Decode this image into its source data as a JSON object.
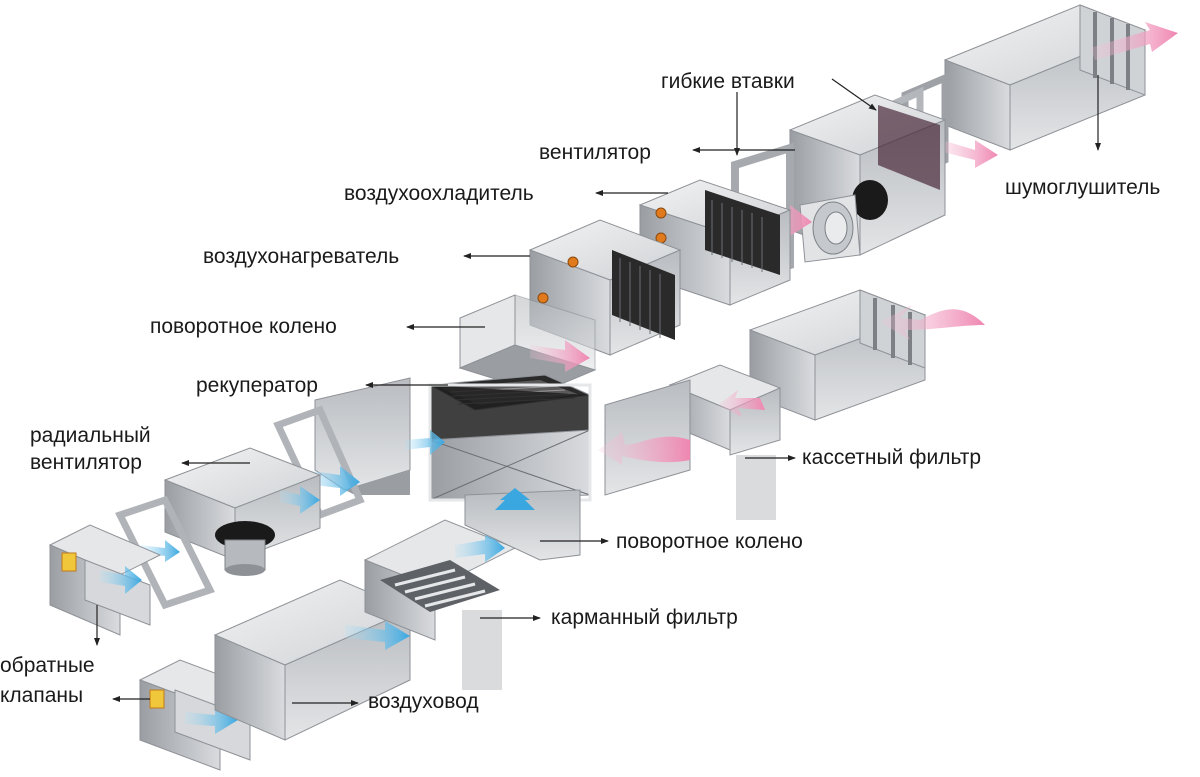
{
  "labels": {
    "flex_inserts": "гибкие втавки",
    "fan": "вентилятор",
    "silencer": "шумоглушитель",
    "air_cooler": "воздухоохладитель",
    "air_heater": "воздухонагреватель",
    "elbow_top": "поворотное колено",
    "recuperator": "рекуператор",
    "radial_fan_line1": "радиальный",
    "radial_fan_line2": "вентилятор",
    "cassette_filter": "кассетный фильтр",
    "elbow_bottom": "поворотное колено",
    "pocket_filter": "карманный фильтр",
    "check_valves_line1": "обратные",
    "check_valves_line2": "клапаны",
    "duct": "воздуховод"
  },
  "colors": {
    "supply_arrow": "#f29bbf",
    "exhaust_arrow": "#5ab8e8",
    "metal_light": "#e6e7e9",
    "metal_mid": "#c3c6ca",
    "metal_dark": "#8e9297",
    "grille": "#2a2a2a",
    "copper": "#e07a1c"
  }
}
